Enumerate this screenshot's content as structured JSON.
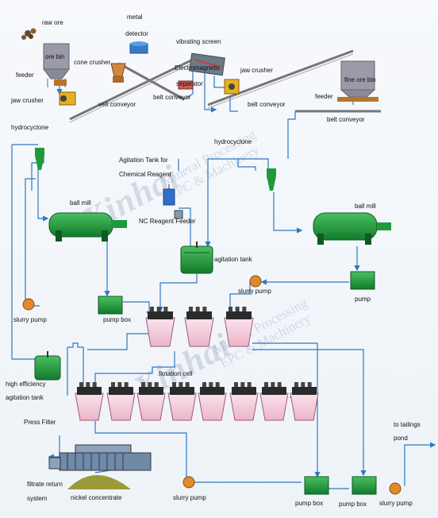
{
  "labels": {
    "raw_ore": "raw ore",
    "ore_bin": "ore bin",
    "metal_detector_1": "metal",
    "metal_detector_2": "detector",
    "vibrating_screen": "vibrating screen",
    "feeder_left": "feeder",
    "cone_crusher": "cone crusher",
    "electromagnetic_1": "Electromagnetic",
    "electromagnetic_2": "separator",
    "jaw_crusher_right": "jaw crusher",
    "jaw_crusher_left": "jaw crusher",
    "belt_conveyor_velt": "velt conveyor",
    "belt_conveyor_mid": "belt conveyor",
    "belt_conveyor_right": "belt conveyor",
    "fine_ore_bin": "fine ore bin",
    "feeder_right": "feeder",
    "belt_conveyor_far": "belt conveyor",
    "hydrocyclone_left": "hydrocyclone",
    "hydrocyclone_mid": "hydrocyclone",
    "agitation_chem_1": "Agitation Tank for",
    "agitation_chem_2": "Chemical Reagent",
    "ball_mill_left": "ball mill",
    "ball_mill_right": "ball mill",
    "nc_reagent": "NC Reagent Feeder",
    "agitation_tank": "agitation tank",
    "slurry_pump_mid": "slurry pump",
    "pump_right": "pump",
    "slurry_pump_left": "slurry pump",
    "pump_box_left": "pump box",
    "flotation_cell": "flotation cell",
    "high_eff_1": "high efficiency",
    "high_eff_2": "agitation tank",
    "press_filter": "Press Filter",
    "to_tailings_1": "to tailings",
    "to_tailings_2": "pond",
    "filtrate_1": "filtrate return",
    "filtrate_2": "system",
    "nickel_concentrate": "nickel concentrate",
    "slurry_pump_bottom": "slurry pump",
    "pump_box_b1": "pump box",
    "pump_box_b2": "pump box",
    "slurry_pump_br": "slurry pump"
  },
  "watermark": {
    "brand": "Xinhai",
    "line1": "Mineral Processing",
    "line2": "EPC & Machinery"
  },
  "colors": {
    "equipment_green": "#1f9a3a",
    "flow_line": "#2f78c0",
    "cell_pink": "#f3c8d8",
    "pump_orange": "#e08a2a",
    "feeder_yellow": "#e8b020"
  }
}
